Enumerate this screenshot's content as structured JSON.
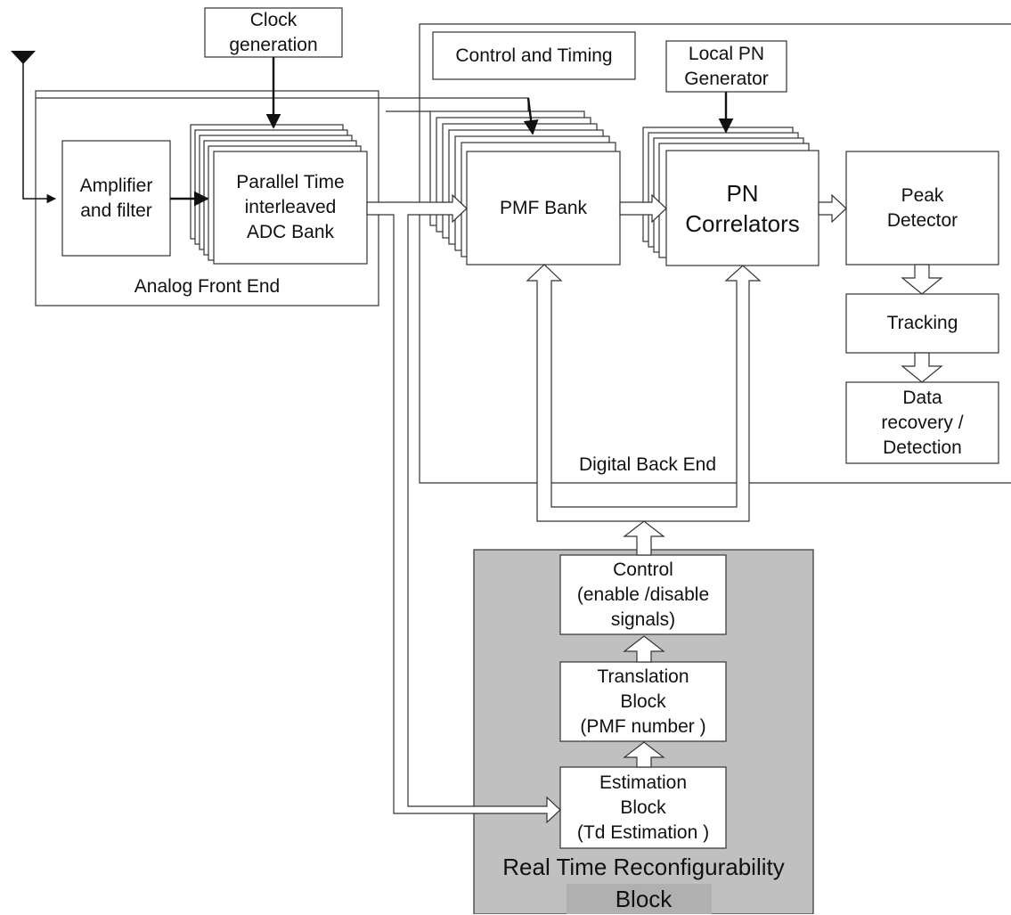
{
  "blocks": {
    "clock_generation": [
      "Clock",
      "generation"
    ],
    "control_timing": [
      "Control and Timing"
    ],
    "local_pn_generator": [
      "Local PN",
      "Generator"
    ],
    "amplifier_filter": [
      "Amplifier",
      "and filter"
    ],
    "adc_bank": [
      "Parallel Time",
      "interleaved",
      "ADC Bank"
    ],
    "pmf_bank": [
      "PMF Bank"
    ],
    "pn_correlators": [
      "PN",
      "Correlators"
    ],
    "peak_detector": [
      "Peak",
      "Detector"
    ],
    "tracking": [
      "Tracking"
    ],
    "data_recovery": [
      "Data",
      "recovery /",
      "Detection"
    ],
    "control": [
      "Control",
      "(enable /disable",
      "signals)"
    ],
    "translation_block": [
      "Translation",
      "Block",
      "(PMF number )"
    ],
    "estimation_block": [
      "Estimation",
      "Block",
      "(Td Estimation )"
    ]
  },
  "groups": {
    "analog_front_end": "Analog Front End",
    "digital_back_end": "Digital Back End",
    "rtr_block": [
      "Real Time Reconfigurability",
      "Block"
    ]
  },
  "colors": {
    "line": "#1a1a1a",
    "rtr_fill": "#c0c0c0",
    "block_fill": "#ffffff"
  }
}
